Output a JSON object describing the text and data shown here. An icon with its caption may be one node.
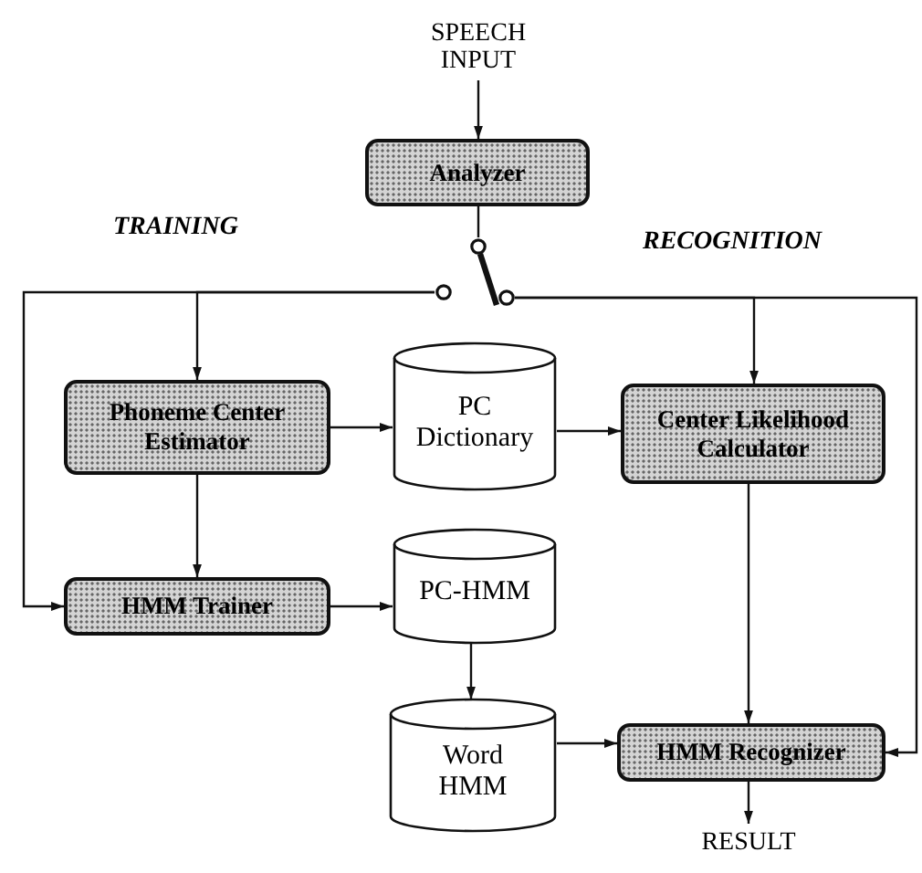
{
  "diagram": {
    "nodes": [
      {
        "text": [
          "SPEECH INPUT"
        ]
      },
      {
        "text": [
          "Analyzer"
        ]
      },
      {
        "text": [],
        "shape": "switch"
      },
      {
        "text": [
          "Phoneme Center Estimator"
        ]
      },
      {
        "text": [
          "PC Dictionary"
        ]
      },
      {
        "text": [
          "Center Likelihood Calculator"
        ]
      },
      {
        "text": [
          "HMM Trainer"
        ]
      },
      {
        "text": [
          "PC-HMM"
        ]
      },
      {
        "text": [
          "Word HMM"
        ]
      },
      {
        "text": [
          "HMM Recognizer"
        ]
      },
      {
        "text": [
          "RESULT"
        ]
      }
    ],
    "edges": [
      {
        "from": 0,
        "to": 1,
        "arrow": "to"
      },
      {
        "from": 1,
        "to": 2,
        "arrow": "none"
      },
      {
        "from": 2,
        "to": 3,
        "arrow": "to"
      },
      {
        "from": 2,
        "to": 6,
        "arrow": "to"
      },
      {
        "from": 2,
        "to": 5,
        "arrow": "to"
      },
      {
        "from": 2,
        "to": 9,
        "arrow": "to"
      },
      {
        "from": 3,
        "to": 4,
        "arrow": "to"
      },
      {
        "from": 4,
        "to": 5,
        "arrow": "to"
      },
      {
        "from": 3,
        "to": 6,
        "arrow": "to"
      },
      {
        "from": 6,
        "to": 7,
        "arrow": "to"
      },
      {
        "from": 7,
        "to": 8,
        "arrow": "to"
      },
      {
        "from": 8,
        "to": 9,
        "arrow": "to"
      },
      {
        "from": 5,
        "to": 9,
        "arrow": "to"
      },
      {
        "from": 9,
        "to": 10,
        "arrow": "to"
      }
    ],
    "labels": [
      "TRAINING",
      "RECOGNITION"
    ]
  }
}
